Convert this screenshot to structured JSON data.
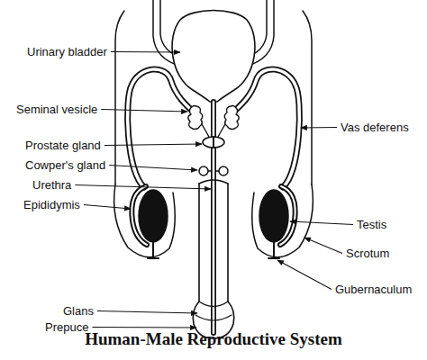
{
  "diagram": {
    "title": "Human-Male Reproductive System",
    "labels": [
      "Urinary bladder",
      "Seminal vesicle",
      "Prostate gland",
      "Cowper's gland",
      "Urethra",
      "Epididymis",
      "Glans",
      "Prepuce",
      "Vas deferens",
      "Testis",
      "Scrotum",
      "Gubernaculum"
    ]
  }
}
